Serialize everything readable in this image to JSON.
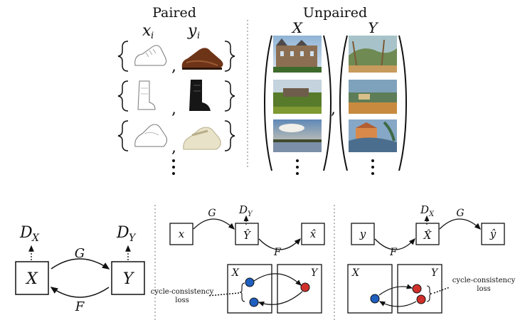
{
  "top": {
    "paired": {
      "heading": "Paired",
      "col_x": "x",
      "col_x_sub": "i",
      "col_y": "y",
      "col_y_sub": "i",
      "separator": ",",
      "rows": [
        {
          "x_icon": "shoe-sketch-icon",
          "y_icon": "brown-shoe-photo-icon"
        },
        {
          "x_icon": "boot-sketch-icon",
          "y_icon": "black-boot-photo-icon"
        },
        {
          "x_icon": "sneaker-sketch-icon",
          "y_icon": "cream-shoe-photo-icon"
        }
      ]
    },
    "unpaired": {
      "heading": "Unpaired",
      "set_x_label": "X",
      "set_y_label": "Y",
      "separator": ",",
      "x_images": [
        "chateau-photo",
        "field-house-photo",
        "lake-sky-photo"
      ],
      "y_images": [
        "cezanne-landscape-1",
        "cezanne-landscape-2",
        "cezanne-landscape-3"
      ]
    }
  },
  "bottom": {
    "panel_a": {
      "node_x": "X",
      "node_y": "Y",
      "disc_x": "D",
      "disc_x_sub": "X",
      "disc_y": "D",
      "disc_y_sub": "Y",
      "map_g": "G",
      "map_f": "F"
    },
    "panel_b": {
      "node_x": "x",
      "node_yhat": "Ŷ",
      "node_xhat": "x̂",
      "disc": "D",
      "disc_sub": "Y",
      "map_g": "G",
      "map_f": "F",
      "domain_x": "X",
      "domain_y": "Y",
      "loss_label_1": "cycle-consistency",
      "loss_label_2": "loss"
    },
    "panel_c": {
      "node_y": "y",
      "node_xhat": "X̂",
      "node_yhat": "ŷ",
      "disc": "D",
      "disc_sub": "X",
      "map_g": "G",
      "map_f": "F",
      "domain_x": "X",
      "domain_y": "Y",
      "loss_label_1": "cycle-consistency",
      "loss_label_2": "loss"
    }
  },
  "colors": {
    "blue_point": "#1f5fbf",
    "red_point": "#d0302b"
  }
}
